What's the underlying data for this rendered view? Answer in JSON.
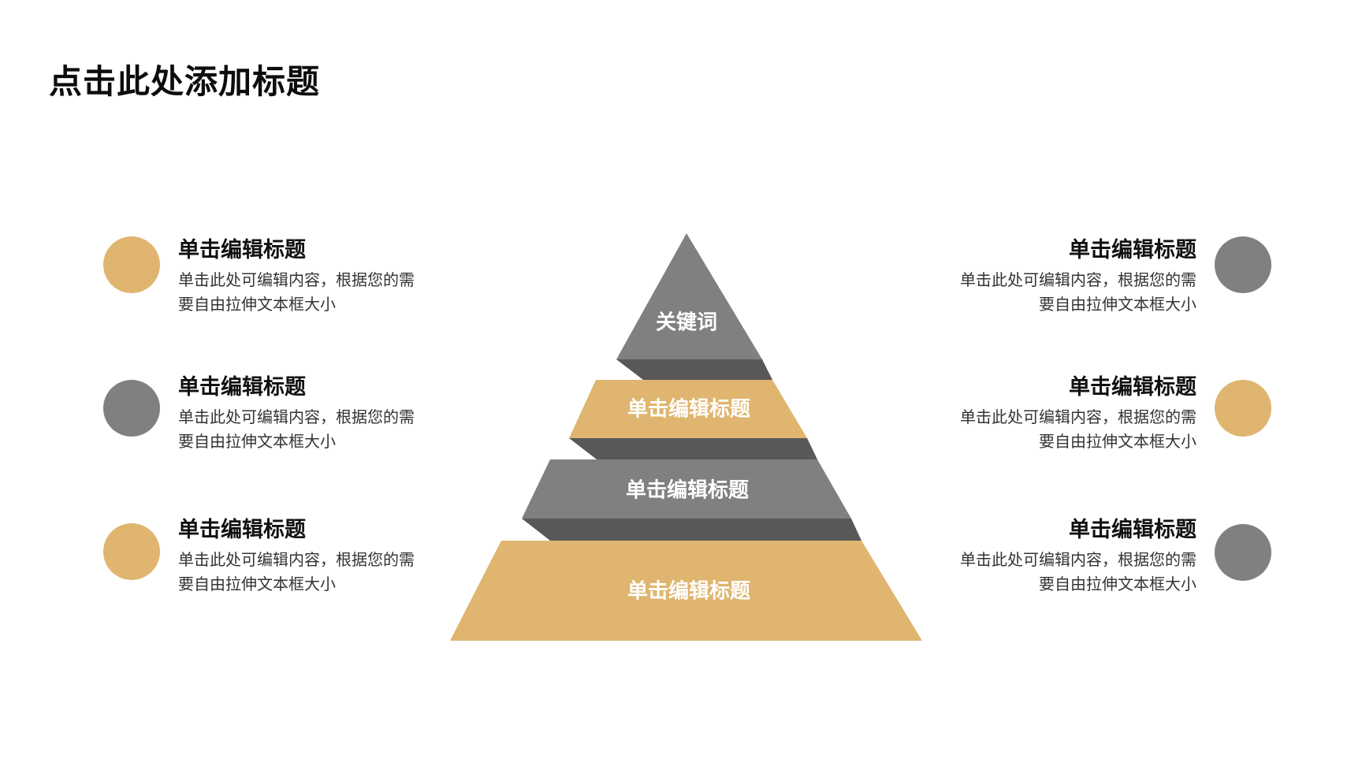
{
  "title": "点击此处添加标题",
  "colors": {
    "gold": "#DFB56F",
    "gray": "#808080",
    "dark_gray": "#585858"
  },
  "pyramid": {
    "levels": [
      {
        "label": "关键词",
        "color": "gray"
      },
      {
        "label": "单击编辑标题",
        "color": "gold"
      },
      {
        "label": "单击编辑标题",
        "color": "gray"
      },
      {
        "label": "单击编辑标题",
        "color": "gold"
      }
    ]
  },
  "items_left": [
    {
      "title": "单击编辑标题",
      "desc_line1": "单击此处可编辑内容，根据您的需",
      "desc_line2": "要自由拉伸文本框大小",
      "dot_color": "gold"
    },
    {
      "title": "单击编辑标题",
      "desc_line1": "单击此处可编辑内容，根据您的需",
      "desc_line2": "要自由拉伸文本框大小",
      "dot_color": "gray"
    },
    {
      "title": "单击编辑标题",
      "desc_line1": "单击此处可编辑内容，根据您的需",
      "desc_line2": "要自由拉伸文本框大小",
      "dot_color": "gold"
    }
  ],
  "items_right": [
    {
      "title": "单击编辑标题",
      "desc_line1": "单击此处可编辑内容，根据您的需",
      "desc_line2": "要自由拉伸文本框大小",
      "dot_color": "gray"
    },
    {
      "title": "单击编辑标题",
      "desc_line1": "单击此处可编辑内容，根据您的需",
      "desc_line2": "要自由拉伸文本框大小",
      "dot_color": "gold"
    },
    {
      "title": "单击编辑标题",
      "desc_line1": "单击此处可编辑内容，根据您的需",
      "desc_line2": "要自由拉伸文本框大小",
      "dot_color": "gray"
    }
  ]
}
